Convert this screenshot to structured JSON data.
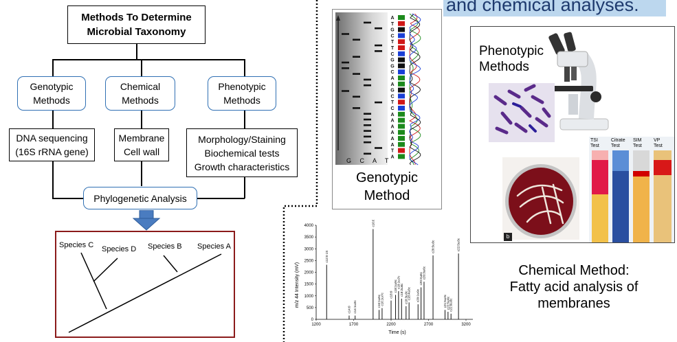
{
  "banner": "and chemical analyses.",
  "flowchart": {
    "title": "Methods To Determine Microbial Taxonomy",
    "genotypic": "Genotypic Methods",
    "chemical": "Chemical Methods",
    "phenotypic": "Phenotypic Methods",
    "genotypic_detail": "DNA sequencing (16S rRNA gene)",
    "chemical_detail": "Membrane Cell wall",
    "phenotypic_detail": "Morphology/Staining Biochemical tests Growth characteristics",
    "phylo": "Phylogenetic Analysis"
  },
  "tree": {
    "species": [
      "Species C",
      "Species D",
      "Species B",
      "Species A"
    ]
  },
  "gel": {
    "bases_bottom": "G C A T",
    "sequence": "ATGCTTCGGCAAGCTCAAAAAATA",
    "caption": "Genotypic Method"
  },
  "phenotypic_panel": {
    "title": "Phenotypic Methods",
    "tubes": [
      "TSI Test",
      "Citrate Test",
      "SIM Test",
      "VP Test"
    ],
    "panel_label": "b"
  },
  "gc_chart": {
    "ylabel": "m/z 44 Intensity (mV)",
    "xlabel": "Time (s)",
    "yticks": [
      "0",
      "500",
      "1000",
      "1500",
      "2000",
      "2500",
      "3000",
      "3500",
      "4000"
    ],
    "xticks": [
      "1200",
      "1700",
      "2200",
      "2700",
      "3200"
    ],
    "peak_labels": [
      "c12:0 1S",
      "c14:0",
      "c14:1ω3c",
      "c16:0",
      "c16:1ω5c",
      "c16:1ω7c",
      "c18:0",
      "c18:1ω9c",
      "c18:1ω7c",
      "c18:2ω6c",
      "c18:3ω3c",
      "c18:4ω3c",
      "c20:1ω9c",
      "c20:2ω6c",
      "c20:3ω6c",
      "c20:5ω3c",
      "c21:5ω3c",
      "c22:5ω6c",
      "c22:6ω3c",
      "c22:5ω3c"
    ]
  },
  "chemical_caption": {
    "line1": "Chemical Method:",
    "line2": "Fatty acid analysis of",
    "line3": "membranes"
  }
}
